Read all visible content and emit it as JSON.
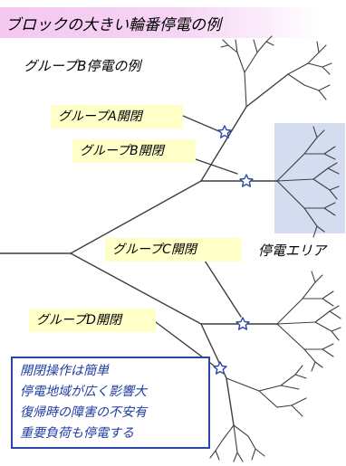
{
  "title": "ブロックの大きい輪番停電の例",
  "subtitle": "グループB停電の例",
  "outage_area_label": "停電エリア",
  "labels": [
    {
      "id": "A",
      "text": "グループA開閉"
    },
    {
      "id": "B",
      "text": "グループB開閉"
    },
    {
      "id": "C",
      "text": "グループC開閉"
    },
    {
      "id": "D",
      "text": "グループD開閉"
    }
  ],
  "notes": [
    "開閉操作は簡単",
    "停電地域が広く影響大",
    "復帰時の障害の不安有",
    "重要負荷も停電する"
  ],
  "colors": {
    "title_band": "#f4c7f1",
    "outage_area": "#d3ddef",
    "label_fill": "#ffffc8",
    "note_text": "#1f3da0",
    "note_border": "#2b45a8"
  }
}
